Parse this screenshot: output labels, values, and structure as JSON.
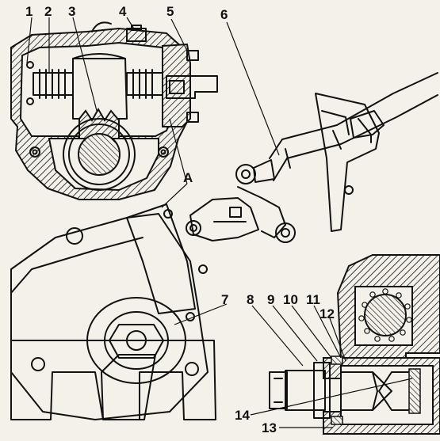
{
  "callouts": {
    "c1": "1",
    "c2": "2",
    "c3": "3",
    "c4": "4",
    "c5": "5",
    "c6": "6",
    "cA": "A",
    "c7": "7",
    "c8": "8",
    "c9": "9",
    "c10": "10",
    "c11": "11",
    "c12": "12",
    "c13": "13",
    "c14": "14"
  }
}
